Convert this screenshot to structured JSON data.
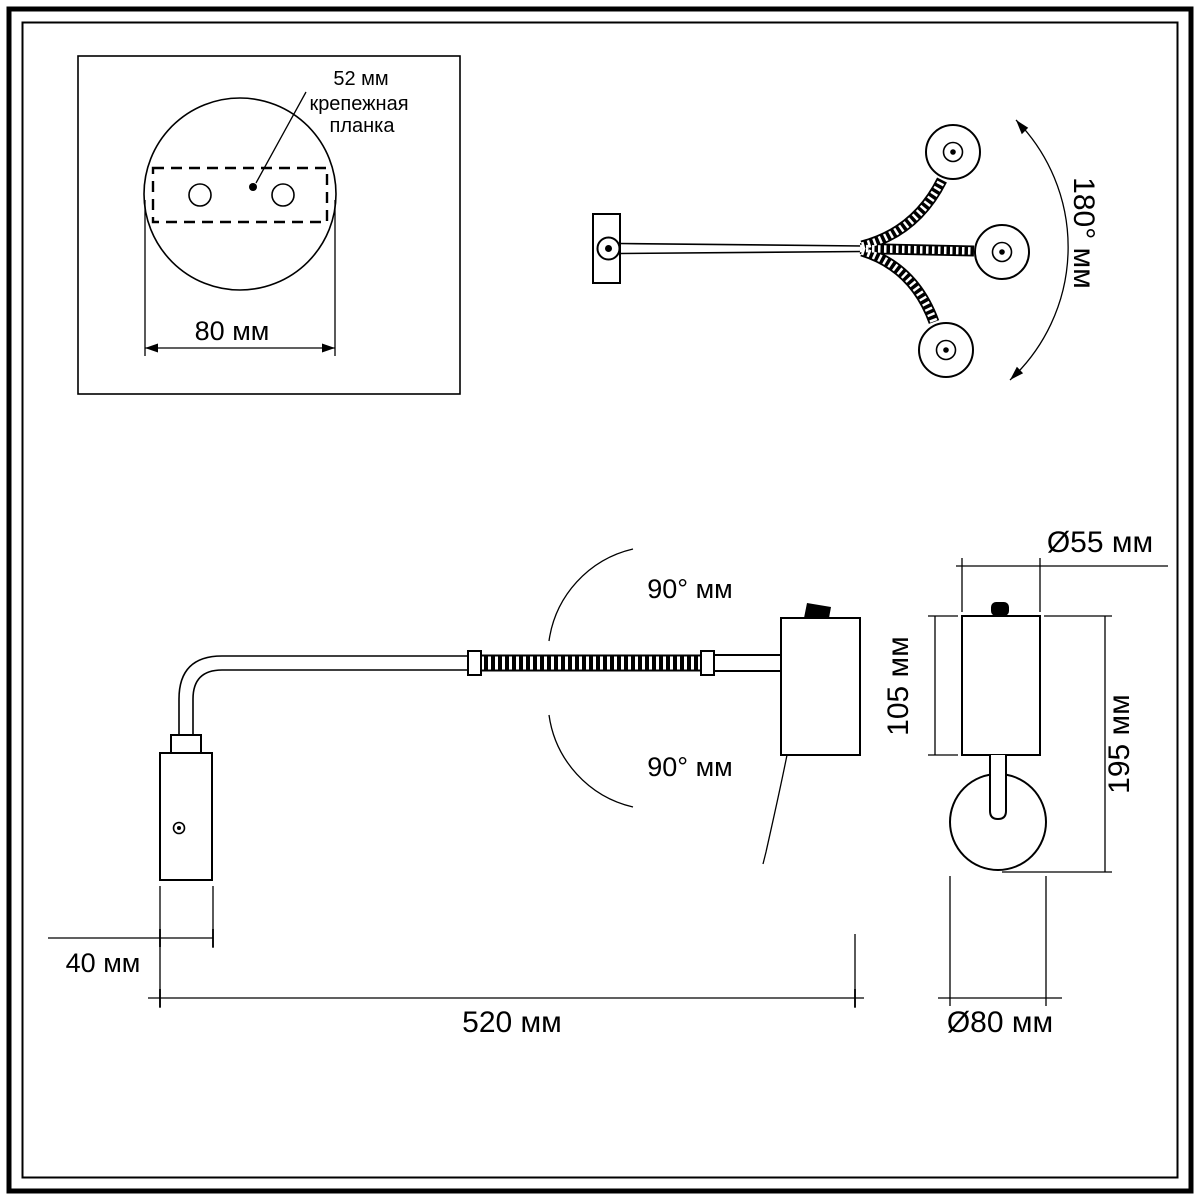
{
  "colors": {
    "line": "#000000",
    "background": "#ffffff"
  },
  "views": {
    "mount_plate": {
      "dim_hole_spacing": "52 мм",
      "mount_bar_label_line1": "крепежная",
      "mount_bar_label_line2": "планка",
      "dim_plate_width": "80 мм"
    },
    "rotation": {
      "dim_swivel_range": "180° мм"
    },
    "side": {
      "dim_tilt_up": "90° мм",
      "dim_tilt_down": "90° мм",
      "dim_head_width": "40 мм",
      "dim_reach": "520 мм"
    },
    "front": {
      "dim_body_diameter": "Ø55 мм",
      "dim_body_height": "105 мм",
      "dim_overall_height": "195 мм",
      "dim_head_diameter": "Ø80 мм"
    }
  }
}
